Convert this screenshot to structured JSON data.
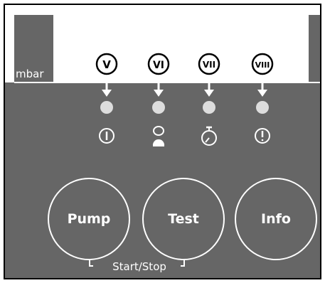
{
  "display": {
    "unit_label": "mbar"
  },
  "indicators": [
    {
      "roman": "V",
      "led_color": "#dddddd",
      "icon": "power-icon"
    },
    {
      "roman": "VI",
      "led_color": "#dddddd",
      "icon": "hourglass-icon"
    },
    {
      "roman": "VII",
      "led_color": "#dddddd",
      "icon": "stopwatch-icon"
    },
    {
      "roman": "VIII",
      "led_color": "#dddddd",
      "icon": "exclamation-icon"
    }
  ],
  "buttons": {
    "pump": "Pump",
    "test": "Test",
    "info": "Info"
  },
  "start_stop_label": "Start/Stop",
  "colors": {
    "panel": "#666666",
    "label": "#ffffff",
    "led": "#dddddd"
  }
}
